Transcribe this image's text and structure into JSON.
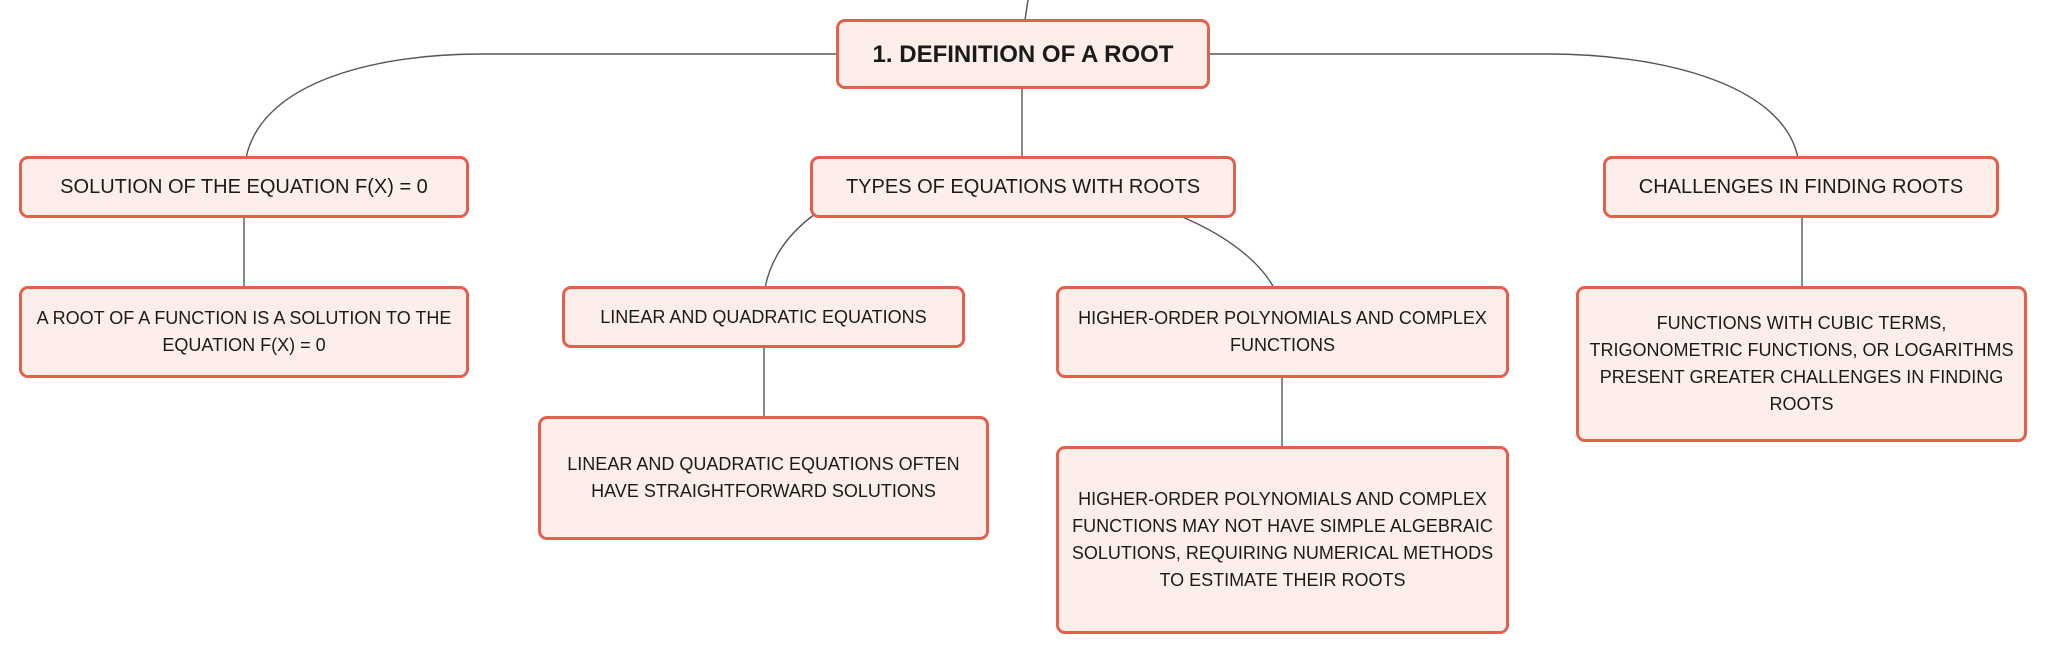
{
  "diagram": {
    "root": {
      "label": "1. DEFINITION OF A ROOT"
    },
    "branches": [
      {
        "label": "SOLUTION OF THE EQUATION F(X) = 0",
        "detail": "A ROOT OF A FUNCTION IS A SOLUTION TO THE EQUATION F(X) = 0"
      },
      {
        "label": "TYPES OF EQUATIONS WITH ROOTS",
        "children": [
          {
            "label": "LINEAR AND QUADRATIC EQUATIONS",
            "detail": "LINEAR AND QUADRATIC EQUATIONS OFTEN HAVE STRAIGHTFORWARD SOLUTIONS"
          },
          {
            "label": "HIGHER-ORDER POLYNOMIALS AND COMPLEX FUNCTIONS",
            "detail": "HIGHER-ORDER POLYNOMIALS AND COMPLEX FUNCTIONS MAY NOT HAVE SIMPLE ALGEBRAIC SOLUTIONS, REQUIRING NUMERICAL METHODS TO ESTIMATE THEIR ROOTS"
          }
        ]
      },
      {
        "label": "CHALLENGES IN FINDING ROOTS",
        "detail": "FUNCTIONS WITH CUBIC TERMS, TRIGONOMETRIC FUNCTIONS, OR LOGARITHMS PRESENT GREATER CHALLENGES IN FINDING ROOTS"
      }
    ]
  },
  "colors": {
    "node_fill": "#fdeee9",
    "node_border": "#e2604c",
    "connector": "#555555",
    "text": "#1a1a1a"
  }
}
